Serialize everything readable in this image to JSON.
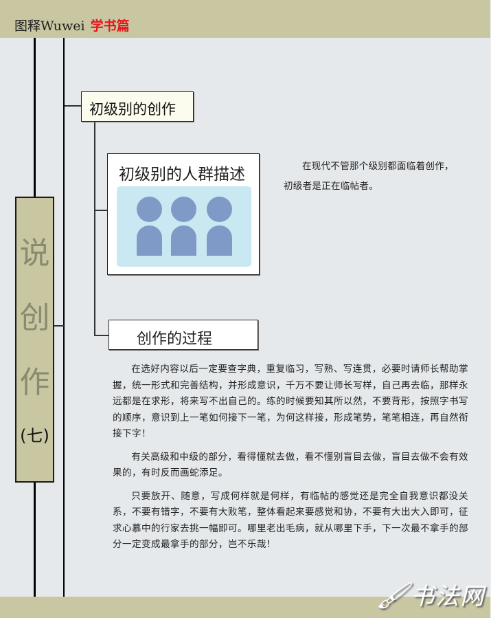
{
  "header": {
    "title": "图释Wuwei",
    "subtitle": "学书篇"
  },
  "side_title": {
    "chars": [
      "说",
      "创",
      "作"
    ],
    "number": "(七)"
  },
  "nodes": {
    "level1": "初级别的创作",
    "level2_people": "初级别的人群描述",
    "level2_process": "创作的过程"
  },
  "people_illustration": {
    "icon": "people-group-icon",
    "count": 3,
    "colors": {
      "background": "#cae8f1",
      "figure": "#7f9ac7"
    }
  },
  "description": "在现代不管那个级别都面临着创作，初级者是正在临帖者。",
  "paragraphs": [
    "在选好内容以后一定要查字典，重复临习，写熟、写连贯，必要时请师长帮助掌握，统一形式和完善结构，并形成意识，千万不要让师长写样，自己再去临，那样永远都是在求形，将来写不出自己的。练的时候要知其所以然，不要背形，按照字书写的顺序，意识到上一笔如何接下一笔，为何这样接，形成笔势，笔笔相连，再自然衔接下字！",
    "有关高级和中级的部分，看得懂就去做，看不懂别盲目去做，盲目去做不会有效果的，有时反而画蛇添足。",
    "只要放开、随意，写成何样就是何样，有临帖的感觉还是完全自我意识都没关系，不要有错字，不要有大败笔，整体看起来要感觉和协，不要有大出大入即可，征求心慕中的行家去挑一幅即可。哪里老出毛病，就从哪里下手，下一次最不拿手的部分一定变成最拿手的部分，岂不乐哉！"
  ],
  "footer": {
    "logo": "书法网"
  },
  "colors": {
    "header_band": "#c9c6a2",
    "page_background": "#e6e9eb",
    "subtitle_red": "#e8141b",
    "side_char_gray": "#8b8970"
  }
}
